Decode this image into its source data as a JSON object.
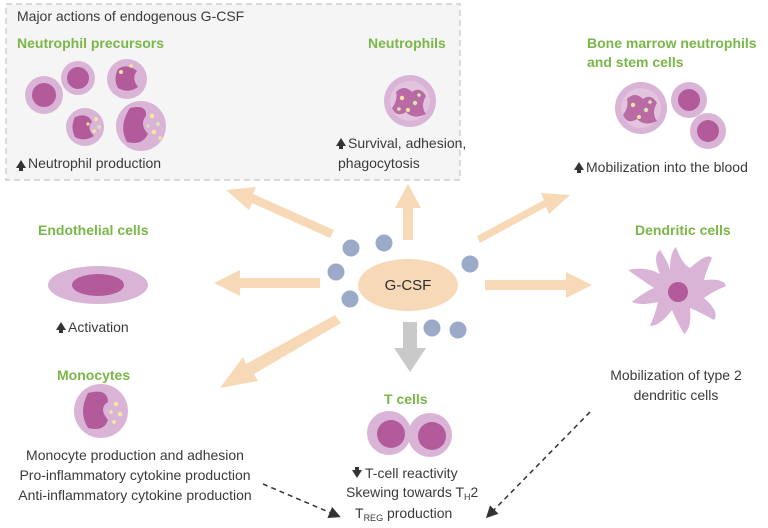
{
  "header": {
    "title": "Major actions of endogenous G-CSF"
  },
  "center": {
    "label": "G-CSF"
  },
  "neutrophil_precursors": {
    "title": "Neutrophil precursors",
    "caption": "Neutrophil production"
  },
  "neutrophils": {
    "title": "Neutrophils",
    "caption_line1": "Survival, adhesion,",
    "caption_line2": "phagocytosis"
  },
  "bone_marrow": {
    "title_line1": "Bone marrow neutrophils",
    "title_line2": "and stem cells",
    "caption": "Mobilization into the blood"
  },
  "endothelial": {
    "title": "Endothelial cells",
    "caption": "Activation"
  },
  "dendritic": {
    "title": "Dendritic cells",
    "caption_line1": "Mobilization of type 2",
    "caption_line2": "dendritic cells"
  },
  "monocytes": {
    "title": "Monocytes",
    "caption_line1": "Monocyte production and adhesion",
    "caption_line2": "Pro-inflammatory cytokine production",
    "caption_line3": "Anti-inflammatory cytokine production"
  },
  "tcells": {
    "title": "T cells",
    "caption_line1": "T-cell reactivity",
    "caption_line2_main": "Skewing towards T",
    "caption_line2_sub": "H",
    "caption_line2_end": "2",
    "caption_line3_main": "T",
    "caption_line3_sub": "REG",
    "caption_line3_end": " production"
  },
  "colors": {
    "title_green": "#7ab648",
    "arrow_peach": "#f8d9b7",
    "arrow_grey": "#c9c9c9",
    "molecule_blue": "#9aaac8",
    "cell_outer": "#dab4d6",
    "cell_nucleus": "#b35a9b"
  }
}
